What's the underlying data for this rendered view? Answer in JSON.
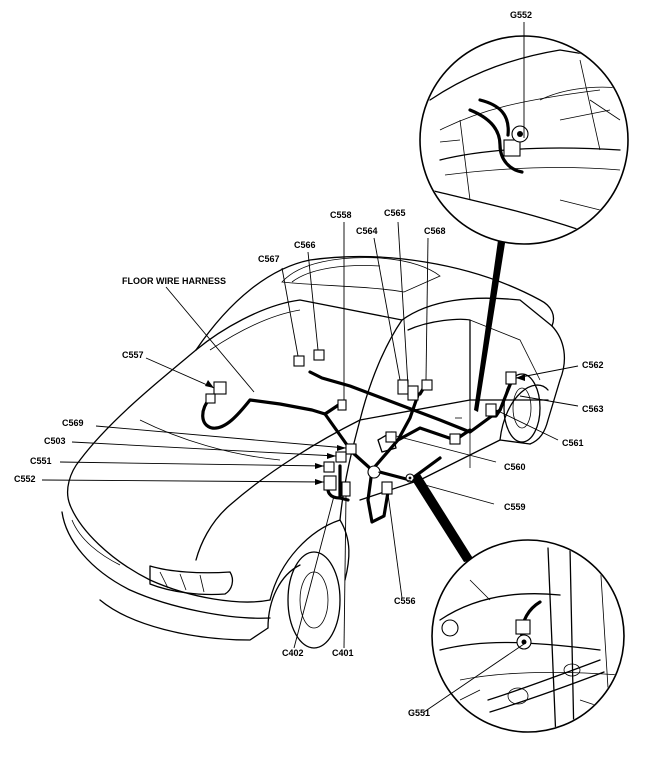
{
  "diagram": {
    "harness_label": "FLOOR WIRE HARNESS",
    "labels": {
      "G552": "G552",
      "C558": "C558",
      "C565": "C565",
      "C566": "C566",
      "C564": "C564",
      "C568": "C568",
      "C567": "C567",
      "C557": "C557",
      "C562": "C562",
      "C563": "C563",
      "C569": "C569",
      "C503": "C503",
      "C561": "C561",
      "C551": "C551",
      "C560": "C560",
      "C552": "C552",
      "C559": "C559",
      "C556": "C556",
      "C402": "C402",
      "C401": "C401",
      "G551": "G551"
    }
  }
}
